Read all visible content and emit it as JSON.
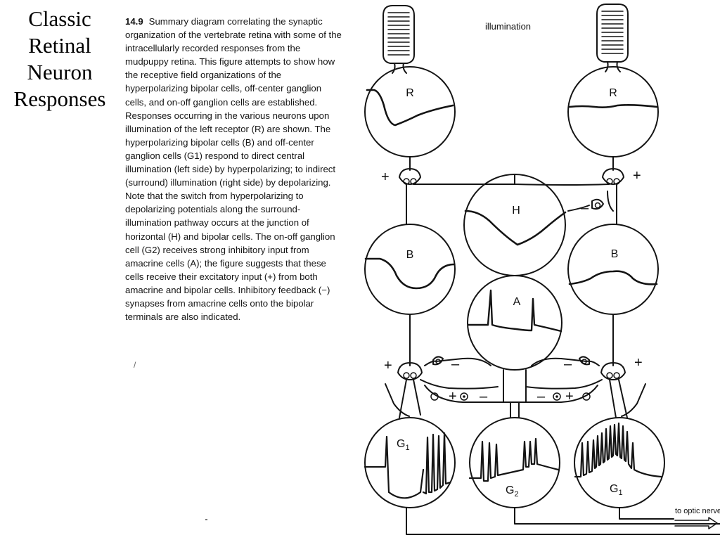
{
  "slide": {
    "title": "Classic Retinal Neuron Responses"
  },
  "caption": {
    "figure_number": "14.9",
    "text": "Summary diagram correlating the synaptic organization of the vertebrate retina with some of the intracellularly recorded responses from the mudpuppy retina. This figure attempts to show how the receptive field organizations of the hyperpolarizing bipolar cells, off-center ganglion cells, and on-off ganglion cells are established. Responses occurring in the various neurons upon illumination of the left receptor (R) are shown. The hyperpolarizing bipolar cells (B) and off-center ganglion cells (G1) respond to direct central illumination (left side) by hyperpolarizing; to indirect (surround) illumination (right side) by depolarizing. Note that the switch from hyperpolarizing to depolarizing potentials along the surround-illumination pathway occurs at the junction of horizontal (H) and bipolar cells. The on-off ganglion cell (G2) receives strong inhibitory input from amacrine cells (A); the figure suggests that these cells receive their excitatory input (+) from both amacrine and bipolar cells. Inhibitory feedback (−) synapses from amacrine cells onto the bipolar terminals are also indicated."
  },
  "diagram": {
    "illumination_label": "illumination",
    "optic_nerve_label": "to optic nerve",
    "cells": {
      "r_left": "R",
      "r_right": "R",
      "h": "H",
      "b_left": "B",
      "b_right": "B",
      "a": "A",
      "g1_left": "G",
      "g1_left_sub": "1",
      "g2": "G",
      "g2_sub": "2",
      "g1_right": "G",
      "g1_right_sub": "1"
    },
    "signs": {
      "plus": "+",
      "minus": "–"
    }
  }
}
